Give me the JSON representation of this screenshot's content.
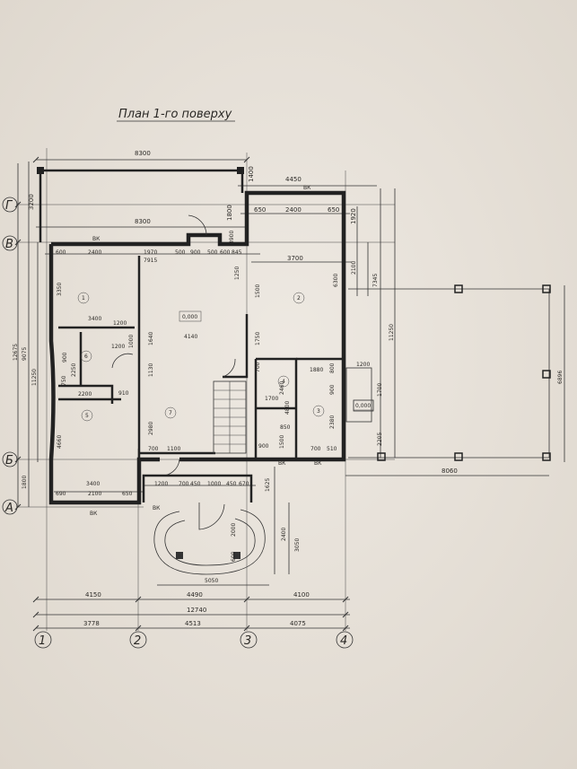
{
  "title": "План 1-го поверху",
  "axes": {
    "vertical": [
      "1",
      "2",
      "3",
      "4"
    ],
    "horizontal": [
      "Г",
      "В",
      "Б",
      "А"
    ]
  },
  "rooms": [
    "1",
    "2",
    "3",
    "4",
    "5",
    "6",
    "7"
  ],
  "levels": [
    "0,000",
    "0,000"
  ],
  "vk": [
    "ВК",
    "ВК",
    "ВК",
    "ВК",
    "ВК",
    "ВК"
  ],
  "dims": {
    "top_8300": "8300",
    "top_8300b": "8300",
    "top_4450": "4450",
    "top_1400": "1400",
    "top_1800": "1800",
    "top_650a": "650",
    "top_2400a": "2400",
    "top_650b": "650",
    "top_1920": "1920",
    "top_3200": "3200",
    "row_600": "600",
    "row_2400": "2400",
    "row_1970": "1970",
    "row_7915": "7915",
    "row_500a": "500",
    "row_900": "900",
    "row_500b": "500",
    "row_600b": "600",
    "row_845": "845",
    "row_3900": "3900",
    "row_1250": "1250",
    "row_3700": "3700",
    "right_2100": "2100",
    "right_6300": "6300",
    "right_7345": "7345",
    "right_11250": "11250",
    "right_6896": "6896",
    "left_3350": "3350",
    "left_3400": "3400",
    "left_12675": "12675",
    "left_9075": "9075",
    "left_11250": "11250",
    "left_4660": "4660",
    "left_1800": "1800",
    "r1_1500": "1500",
    "c_1200": "1200",
    "c_1640": "1640",
    "c_4140": "4140",
    "c_1000": "1000",
    "c_1750": "1750",
    "c_900a": "900",
    "c_1200b": "1200",
    "c_2250": "2250",
    "c_750": "750",
    "c_2200": "2200",
    "c_910": "910",
    "c_1130": "1130",
    "c_700a": "700",
    "c_2460": "2460",
    "c_1700": "1700",
    "c_4800": "4800",
    "c_1880": "1880",
    "c_800": "800",
    "c_1200c": "1200",
    "c_900b": "900",
    "c_1700b": "1700",
    "c_2380": "2380",
    "c_2205": "2205",
    "c_2980": "2980",
    "c_700b": "700",
    "c_1100": "1100",
    "c_900c": "900",
    "c_1500b": "1500",
    "c_850": "850",
    "c_700c": "700",
    "c_510": "510",
    "b_3400": "3400",
    "b_1200": "1200",
    "b_700": "700",
    "b_450": "450",
    "b_1000": "1000",
    "b_450b": "450",
    "b_670": "670",
    "b_690": "690",
    "b_2100": "2100",
    "b_650": "650",
    "b_1625": "1625",
    "b_8060": "8060",
    "b_2000": "2000",
    "b_2400": "2400",
    "b_3050": "3050",
    "b_600": "600",
    "b_5050": "5050",
    "bot_4150": "4150",
    "bot_4490": "4490",
    "bot_4100": "4100",
    "bot_12740": "12740",
    "bot_3778": "3778",
    "bot_4513": "4513",
    "bot_4075": "4075"
  }
}
